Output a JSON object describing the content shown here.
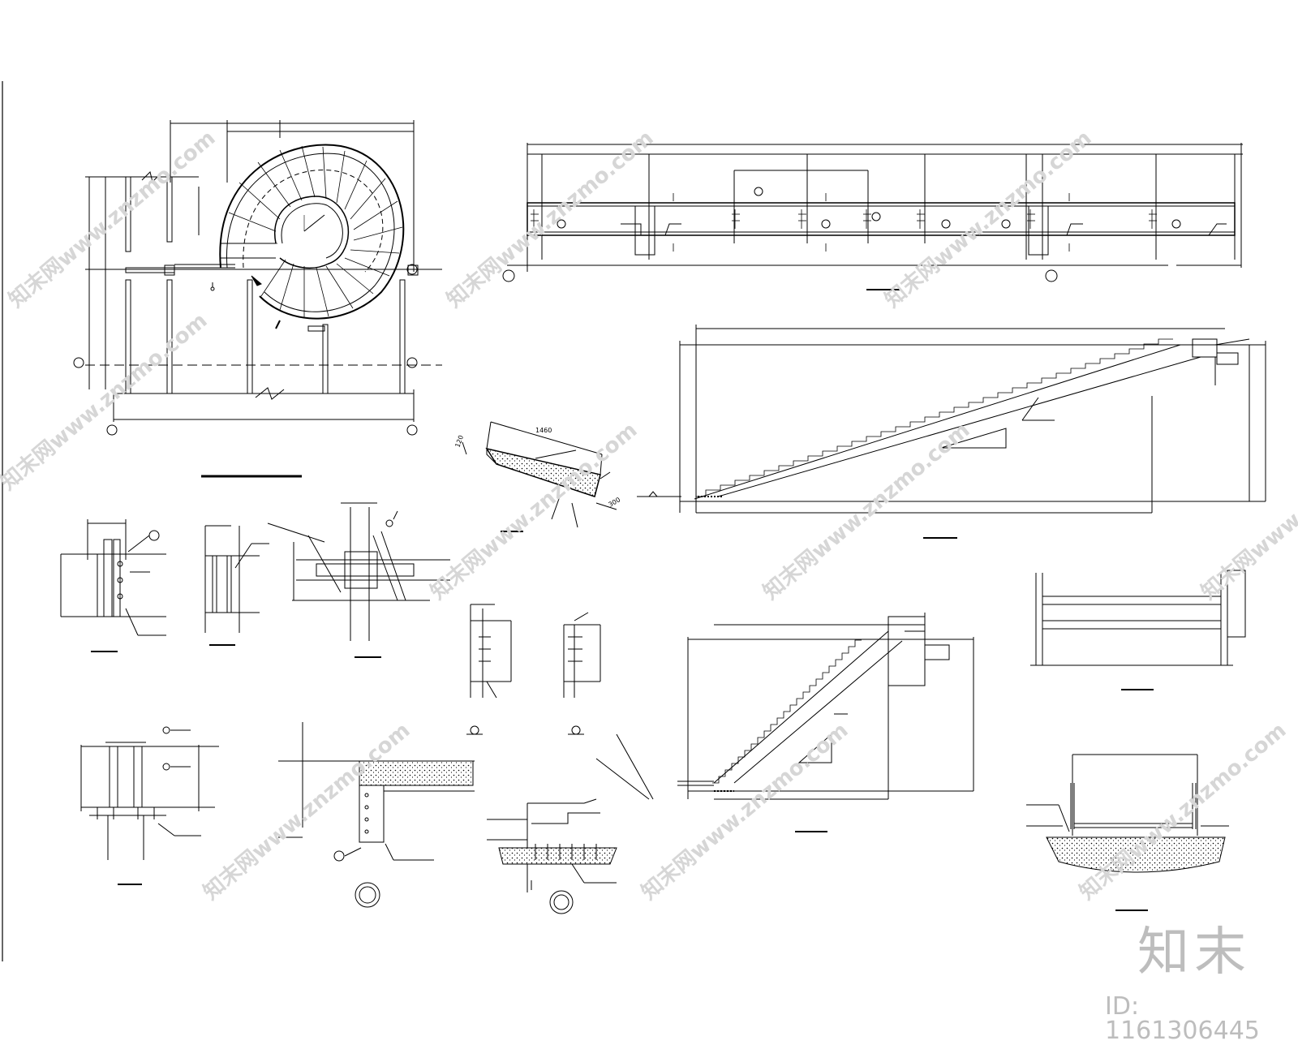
{
  "sheet": {
    "detail_dim_1460": "1460",
    "detail_dim_300": "300",
    "detail_dim_120": "120"
  },
  "watermark": {
    "repeat_text": "知末网www.znzmo.com",
    "logo_text": "知末",
    "id_text": "ID: 1161306445"
  },
  "colors": {
    "line": "#000000",
    "watermark": "#bdbdbd",
    "background": "#ffffff"
  }
}
